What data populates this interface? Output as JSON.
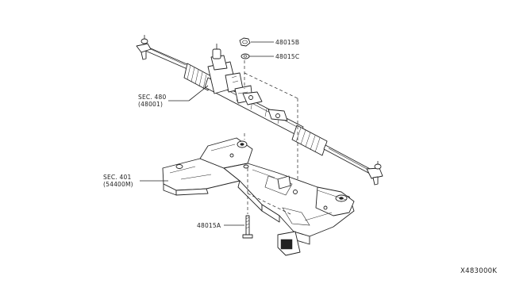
{
  "labels": {
    "nut": "48015B",
    "washer": "48015C",
    "bolt": "48015A",
    "gear_sec": "SEC. 480",
    "gear_num": "(48001)",
    "member_sec": "SEC. 401",
    "member_num": "(54400M)",
    "diagram_code": "X483000K"
  }
}
